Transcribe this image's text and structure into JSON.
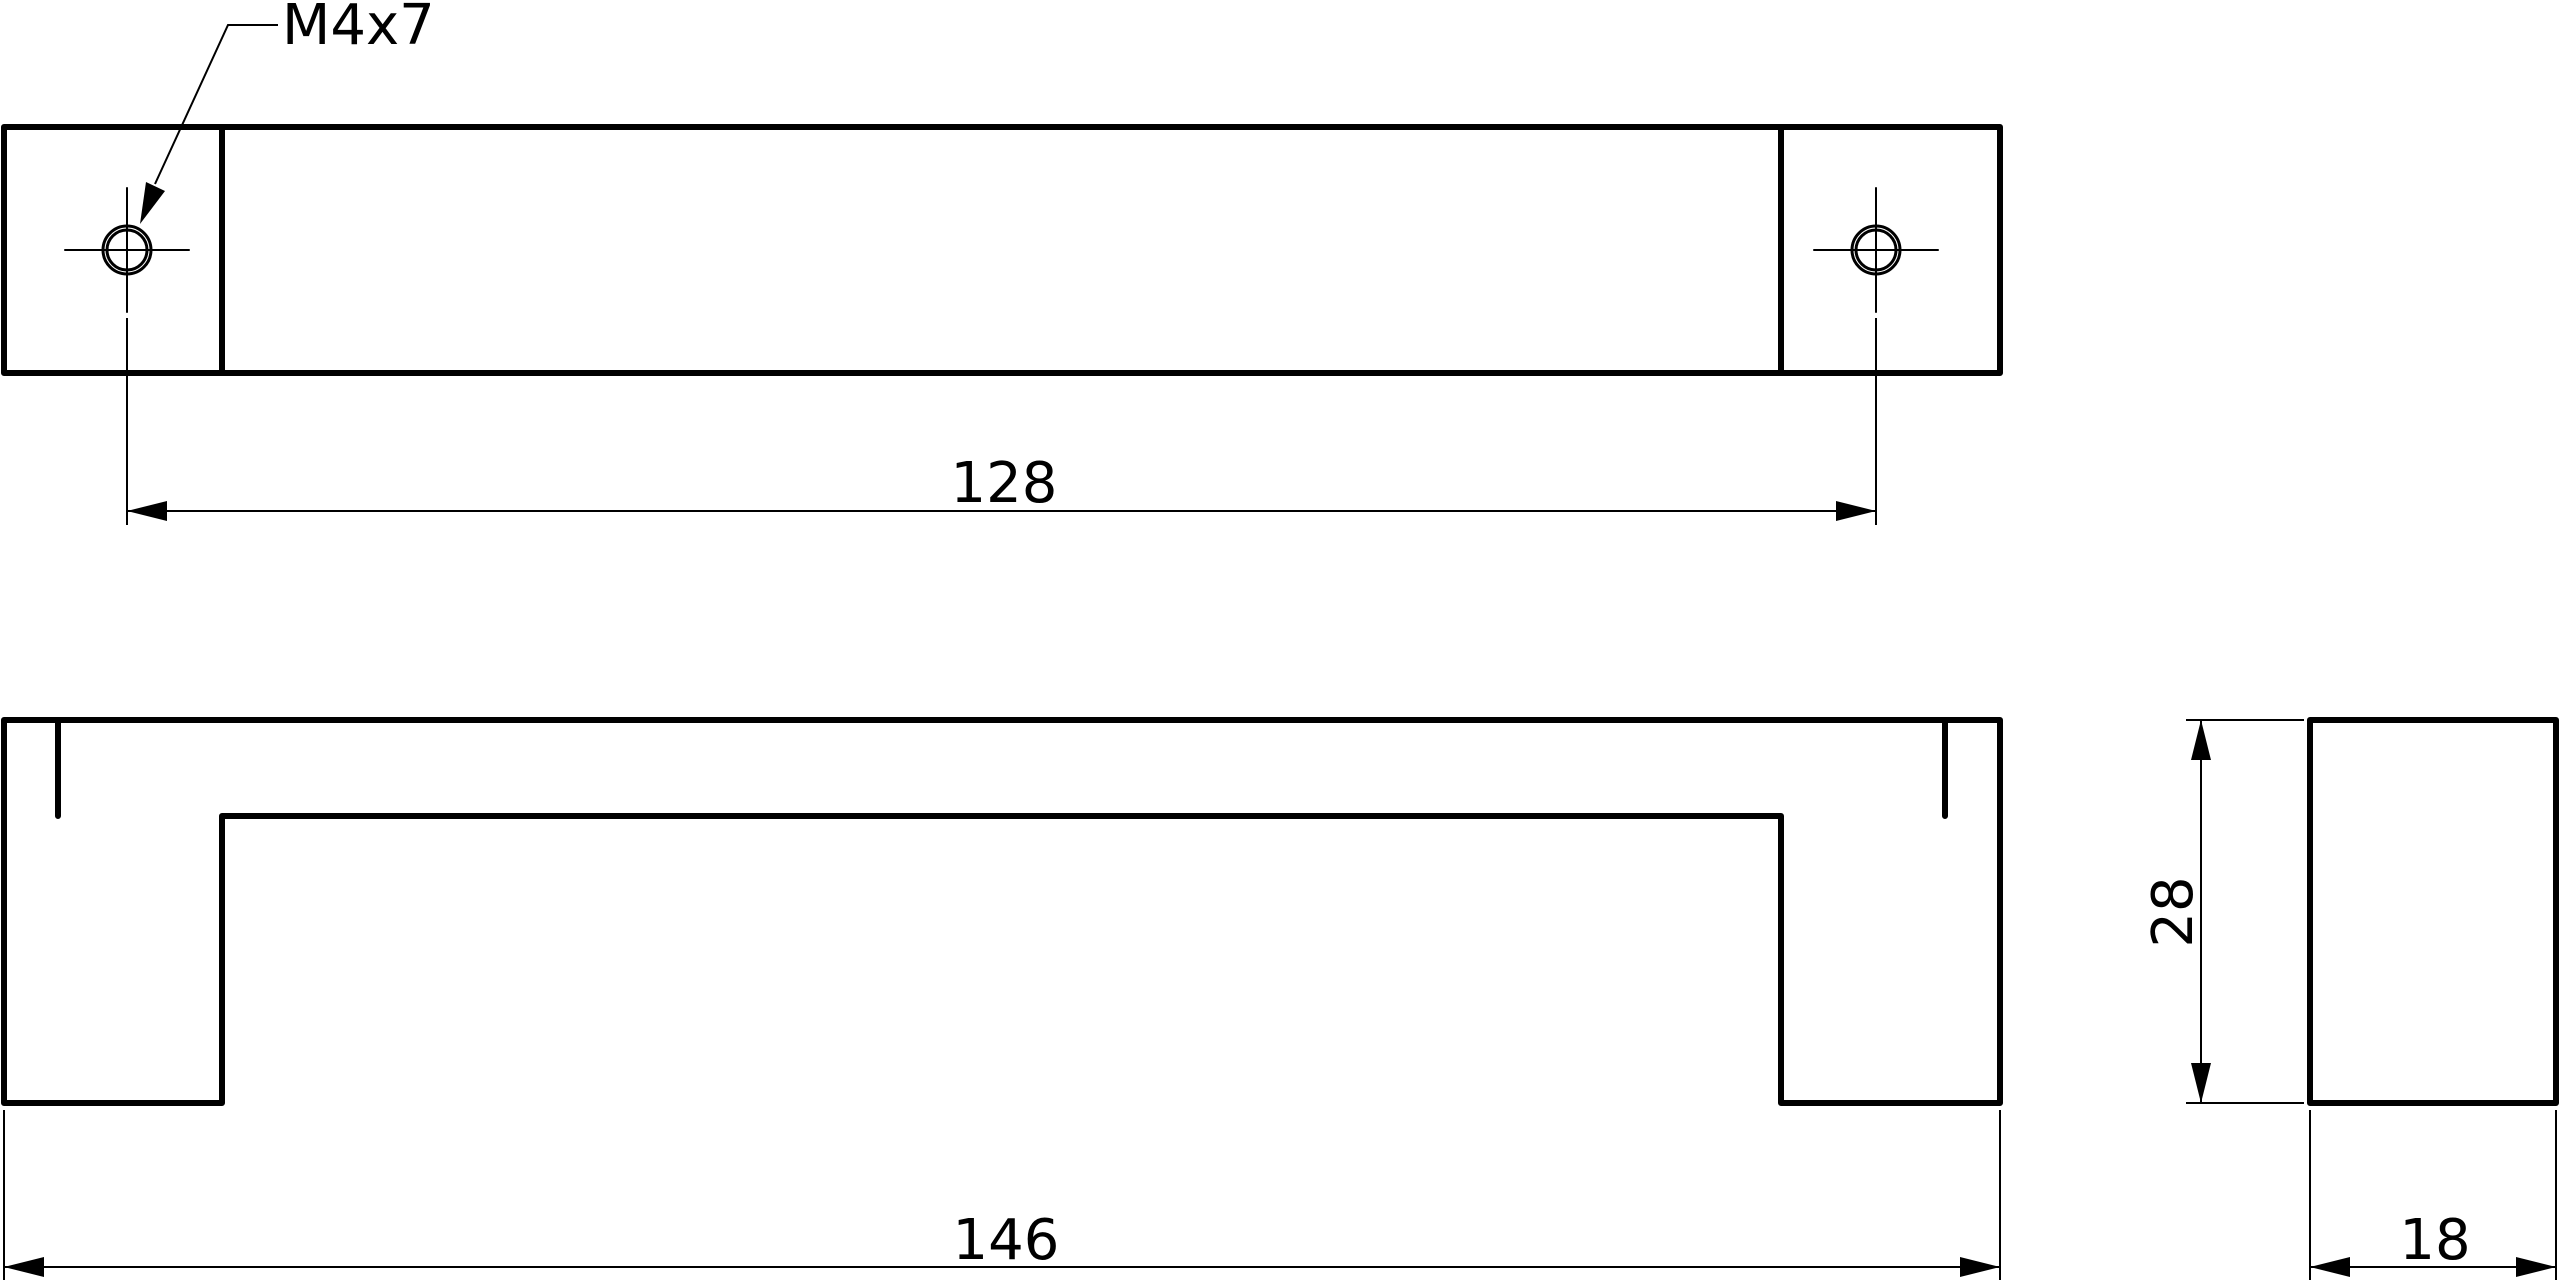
{
  "drawing": {
    "title": "Handle technical drawing",
    "line_color": "#000000",
    "background": "#ffffff"
  },
  "top_view": {
    "hole_callout": "M4x7",
    "hole_spacing_label": "128"
  },
  "front_view": {
    "overall_length_label": "146"
  },
  "side_view": {
    "height_label": "28",
    "width_label": "18"
  }
}
